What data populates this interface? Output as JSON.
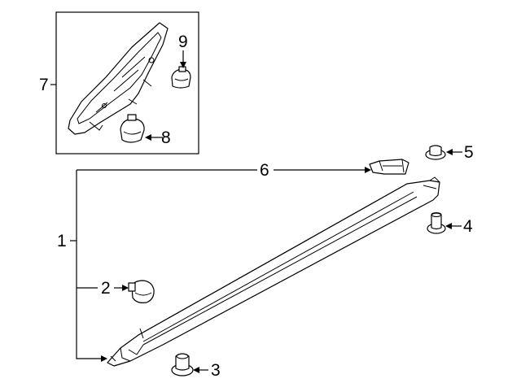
{
  "diagram": {
    "callouts": [
      {
        "id": "1",
        "label": "1",
        "part": "rocker-molding-assembly"
      },
      {
        "id": "2",
        "label": "2",
        "part": "clip"
      },
      {
        "id": "3",
        "label": "3",
        "part": "clip"
      },
      {
        "id": "4",
        "label": "4",
        "part": "clip"
      },
      {
        "id": "5",
        "label": "5",
        "part": "clip"
      },
      {
        "id": "6",
        "label": "6",
        "part": "end-cap"
      },
      {
        "id": "7",
        "label": "7",
        "part": "mirror-cover-assembly"
      },
      {
        "id": "8",
        "label": "8",
        "part": "clip"
      },
      {
        "id": "9",
        "label": "9",
        "part": "clip"
      }
    ]
  }
}
